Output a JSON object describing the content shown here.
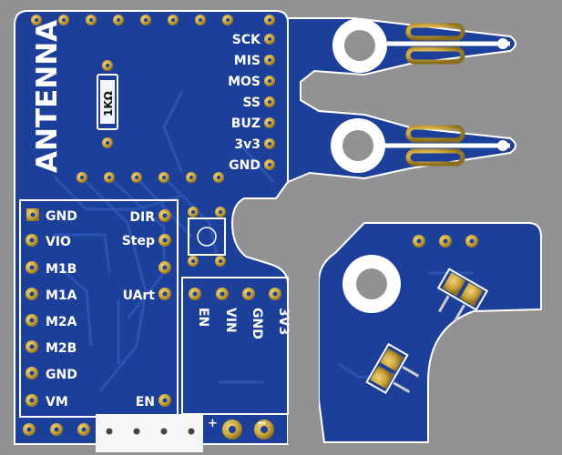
{
  "colors": {
    "background": "#929294",
    "board": "#1c3f9a",
    "trace": "#2c55b6",
    "outline": "#ffffff",
    "gold": "#c9a53a",
    "silkscreen": "#ffffff"
  },
  "top_board": {
    "antenna_label": "ANTENNA",
    "resistor_label": "1KΩ",
    "pins_right": [
      "SCK",
      "MIS",
      "MOS",
      "SS",
      "BUZ",
      "3v3",
      "GND"
    ]
  },
  "driver_board": {
    "left_pins": [
      "GND",
      "VIO",
      "M1B",
      "M1A",
      "M2A",
      "M2B",
      "GND",
      "VM"
    ],
    "right_pins": [
      "DIR",
      "Step",
      "UArt",
      "EN"
    ]
  },
  "regulator_board": {
    "pins": [
      "EN",
      "VIN",
      "GND",
      "3V3"
    ]
  },
  "power_connector": {
    "plus": "+",
    "minus": "−"
  }
}
